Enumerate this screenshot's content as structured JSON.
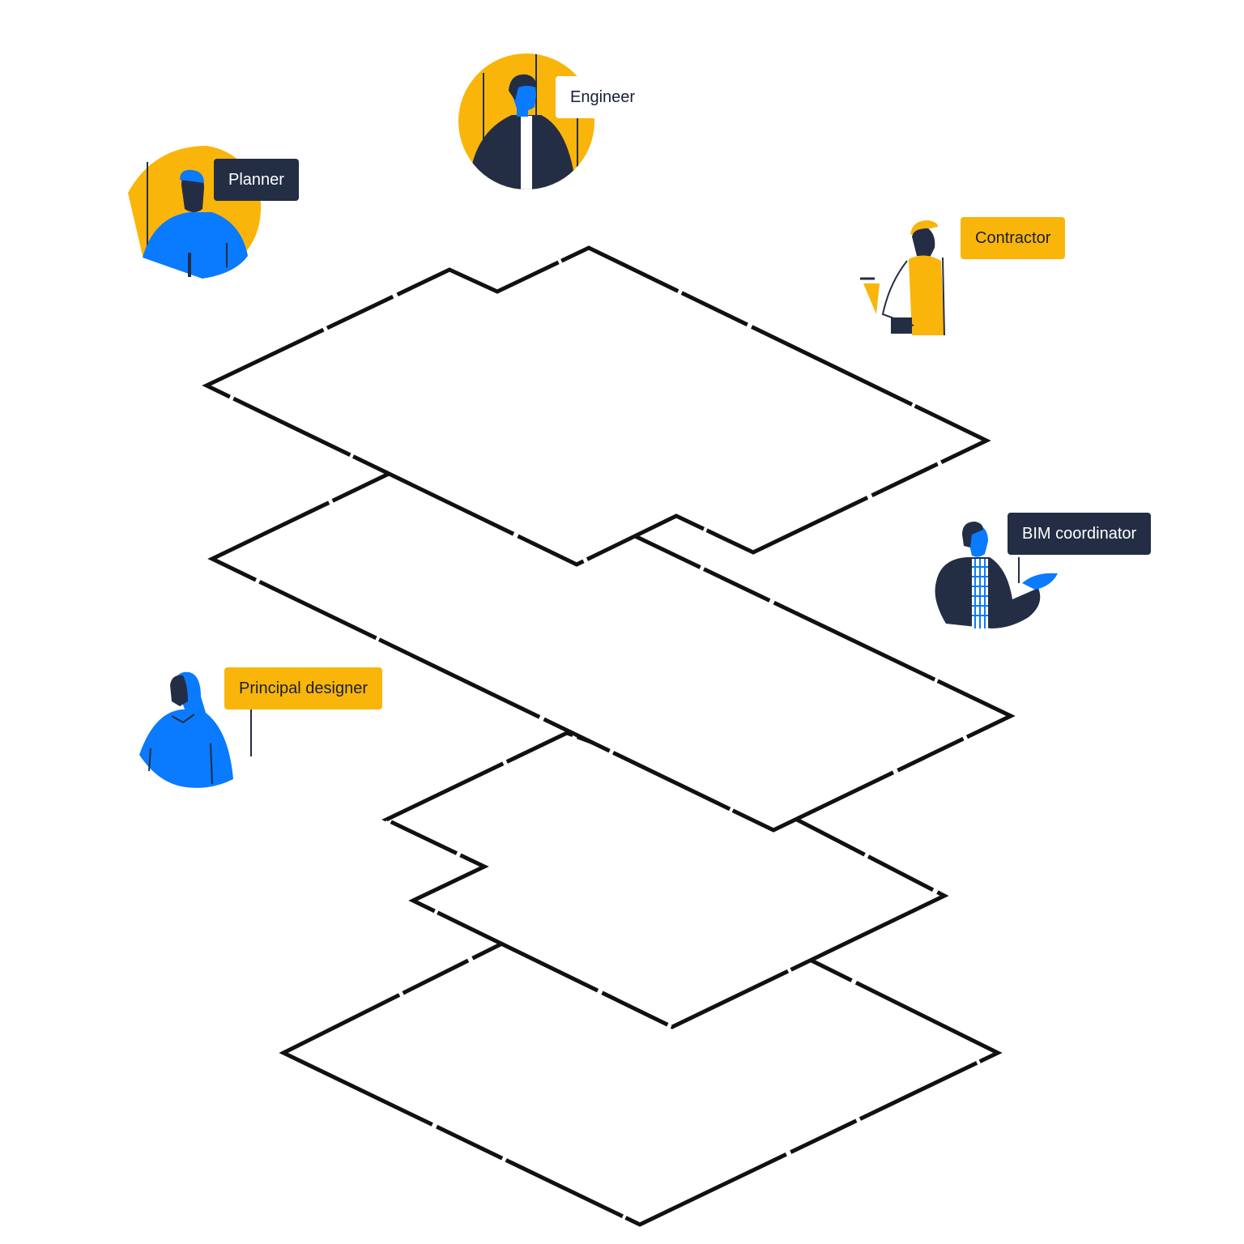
{
  "colors": {
    "navy": "#232e45",
    "blue": "#0a7aff",
    "yellow": "#fab50a",
    "outline": "#111111",
    "background": "#ffffff"
  },
  "roles": [
    {
      "id": "engineer",
      "label": "Engineer",
      "icon": "engineer-avatar-icon"
    },
    {
      "id": "planner",
      "label": "Planner",
      "icon": "planner-avatar-icon"
    },
    {
      "id": "contractor",
      "label": "Contractor",
      "icon": "contractor-avatar-icon"
    },
    {
      "id": "bim",
      "label": "BIM coordinator",
      "icon": "bim-coordinator-avatar-icon"
    },
    {
      "id": "principal",
      "label": "Principal designer",
      "icon": "principal-designer-avatar-icon"
    }
  ],
  "layers": [
    {
      "name": "top-floor-plane"
    },
    {
      "name": "second-floor-plane"
    },
    {
      "name": "third-floor-plane"
    },
    {
      "name": "bottom-floor-plane"
    }
  ]
}
